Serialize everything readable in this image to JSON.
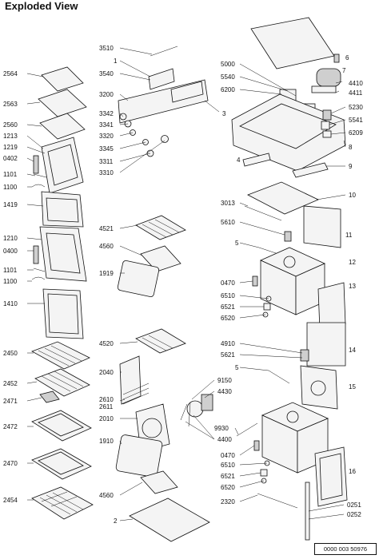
{
  "title": "Exploded View",
  "document_number": "0000 003 50976",
  "labels": [
    "2564",
    "2563",
    "2560",
    "1213",
    "1219",
    "0402",
    "1101",
    "1100",
    "1419",
    "1210",
    "0400",
    "1101",
    "1100",
    "1410",
    "2450",
    "2452",
    "2471",
    "2472",
    "2470",
    "2454",
    "3510",
    "1",
    "3540",
    "3200",
    "3342",
    "3341",
    "3320",
    "3345",
    "3311",
    "3310",
    "3",
    "4521",
    "4560",
    "1919",
    "4520",
    "2040",
    "2610",
    "2611",
    "2010",
    "1910",
    "4560",
    "2",
    "9150",
    "4430",
    "4400",
    "9930",
    "5000",
    "5540",
    "6200",
    "4410",
    "4411",
    "7",
    "6",
    "5230",
    "5541",
    "6209",
    "8",
    "9",
    "4",
    "10",
    "3013",
    "5610",
    "5",
    "0470",
    "6510",
    "6521",
    "6520",
    "11",
    "12",
    "13",
    "4910",
    "5621",
    "5",
    "14",
    "15",
    "0470",
    "6510",
    "6521",
    "6520",
    "2320",
    "16",
    "0251",
    "0252"
  ]
}
